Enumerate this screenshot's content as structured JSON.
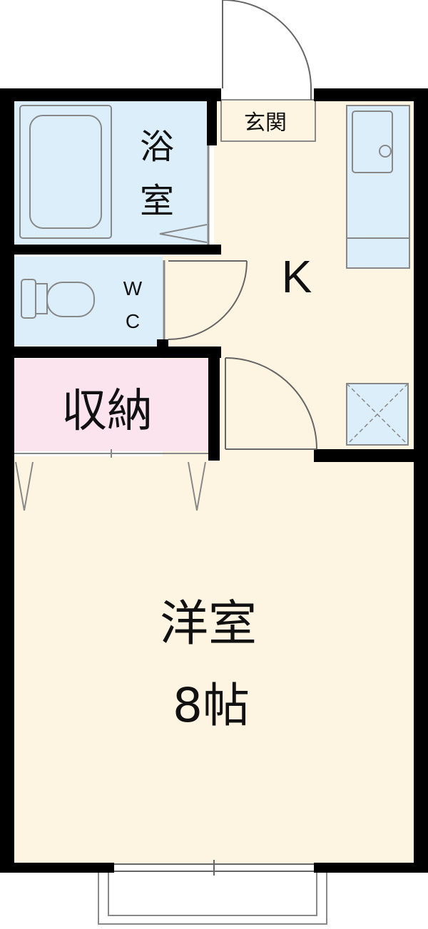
{
  "rooms": {
    "bath": {
      "label_line1": "浴",
      "label_line2": "室"
    },
    "wc": {
      "label_w": "W",
      "label_c": "C"
    },
    "entrance": {
      "label": "玄関"
    },
    "kitchen": {
      "label": "K"
    },
    "storage": {
      "label": "収納"
    },
    "western_room": {
      "label": "洋室",
      "size": "8帖"
    }
  },
  "colors": {
    "wall": "#000000",
    "floor_main": "#fdf4e1",
    "wet_area": "#dbeefa",
    "storage": "#fbe4ee",
    "outline": "#888888"
  }
}
